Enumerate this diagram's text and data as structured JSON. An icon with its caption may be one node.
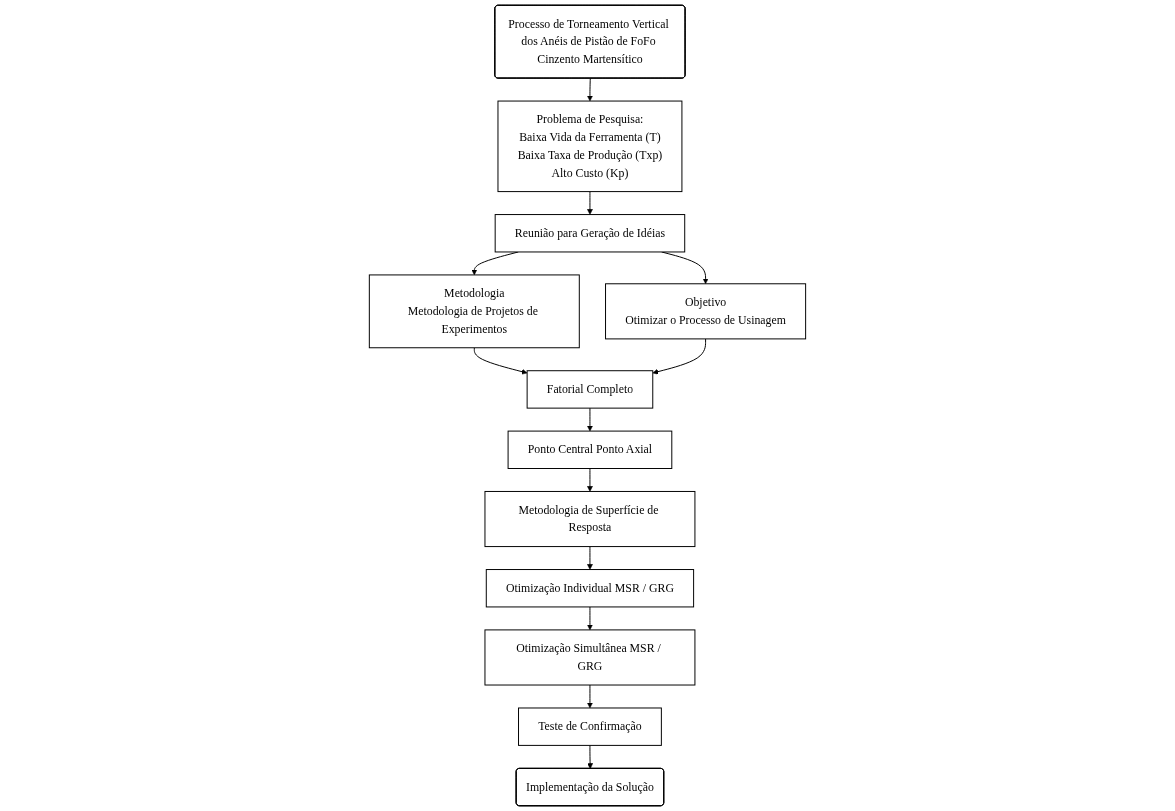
{
  "diagram": {
    "nodes": [
      {
        "text": [
          "Processo de Torneamento Vertical dos Anéis de Pistão de FoFo Cinzento Martensítico"
        ]
      },
      {
        "text": [
          "Problema de Pesquisa:",
          "Baixa Vida da Ferramenta (T)",
          "Baixa Taxa de Produção (Txp)",
          "Alto Custo (Kp)"
        ]
      },
      {
        "text": [
          "Reunião para Geração de Idéias"
        ]
      },
      {
        "text": [
          "Metodologia",
          "Metodologia de Projetos de Experimentos"
        ]
      },
      {
        "text": [
          "Objetivo",
          "Otimizar o Processo de Usinagem"
        ]
      },
      {
        "text": [
          "Fatorial Completo"
        ]
      },
      {
        "text": [
          "Ponto Central Ponto Axial"
        ]
      },
      {
        "text": [
          "Metodologia de Superfície de Resposta"
        ]
      },
      {
        "text": [
          "Otimização Individual MSR / GRG"
        ]
      },
      {
        "text": [
          "Otimização Simultânea MSR / GRG"
        ]
      },
      {
        "text": [
          "Teste de Confirmação"
        ]
      },
      {
        "text": [
          "Implementação da Solução"
        ]
      }
    ],
    "edges": [
      {
        "from": 0,
        "to": 1,
        "arrow": "to"
      },
      {
        "from": 1,
        "to": 2,
        "arrow": "to"
      },
      {
        "from": 2,
        "to": 3,
        "arrow": "to"
      },
      {
        "from": 2,
        "to": 4,
        "arrow": "to"
      },
      {
        "from": 3,
        "to": 5,
        "arrow": "to"
      },
      {
        "from": 4,
        "to": 5,
        "arrow": "to"
      },
      {
        "from": 5,
        "to": 6,
        "arrow": "to"
      },
      {
        "from": 6,
        "to": 7,
        "arrow": "to"
      },
      {
        "from": 7,
        "to": 8,
        "arrow": "to"
      },
      {
        "from": 8,
        "to": 9,
        "arrow": "to"
      },
      {
        "from": 9,
        "to": 10,
        "arrow": "to"
      },
      {
        "from": 10,
        "to": 11,
        "arrow": "to"
      }
    ]
  }
}
